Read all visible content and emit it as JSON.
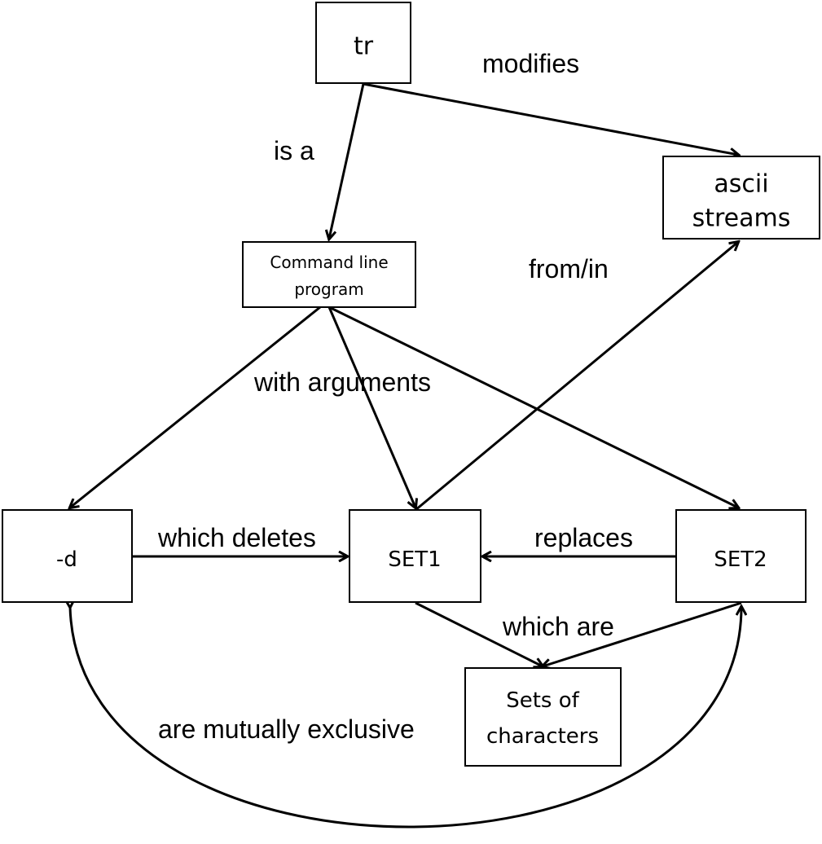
{
  "nodes": {
    "tr": "tr",
    "command_line_program": [
      "Command line",
      "program"
    ],
    "ascii_streams": [
      "ascii",
      "streams"
    ],
    "d": "-d",
    "set1": "SET1",
    "set2": "SET2",
    "sets_of_characters": [
      "Sets of",
      "characters"
    ]
  },
  "edges": {
    "modifies": "modifies",
    "is_a": "is a",
    "from_in": "from/in",
    "with_arguments": "with arguments",
    "which_deletes": "which deletes",
    "replaces": "replaces",
    "which_are": "which are",
    "are_mutually_exclusive": "are mutually exclusive"
  },
  "colors": {
    "stroke": "#000000",
    "background": "#ffffff"
  }
}
